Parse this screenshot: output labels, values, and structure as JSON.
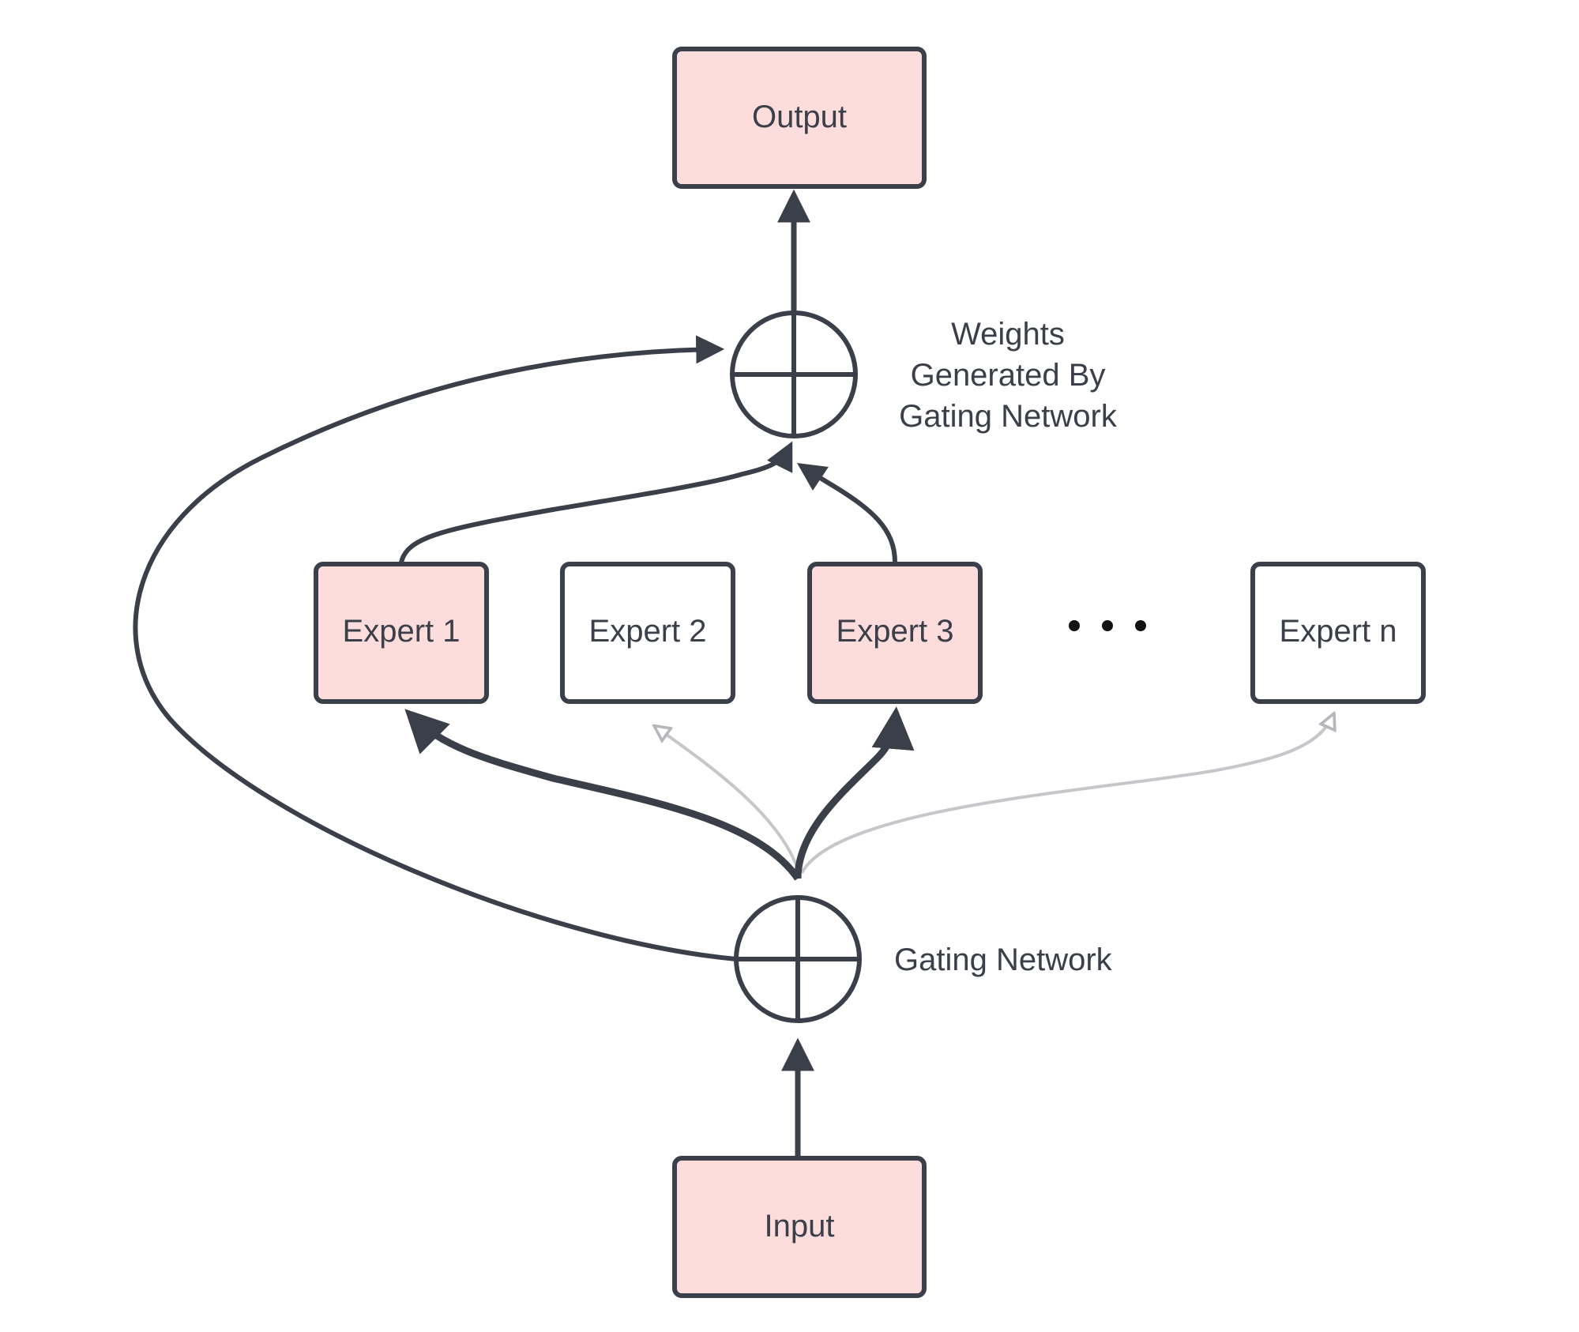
{
  "nodes": {
    "output": {
      "label": "Output",
      "active": true
    },
    "input": {
      "label": "Input",
      "active": true
    },
    "experts": [
      {
        "id": "expert-1",
        "label": "Expert 1",
        "active": true
      },
      {
        "id": "expert-2",
        "label": "Expert 2",
        "active": false
      },
      {
        "id": "expert-3",
        "label": "Expert 3",
        "active": true
      },
      {
        "id": "expert-n",
        "label": "Expert n",
        "active": false
      }
    ],
    "ellipsis": "• • •"
  },
  "labels": {
    "combiner_line1": "Weights",
    "combiner_line2": "Generated By",
    "combiner_line3": "Gating Network",
    "gating": "Gating Network"
  },
  "colors": {
    "active_fill": "#fddcdc",
    "inactive_fill": "#ffffff",
    "stroke": "#3a3f4a",
    "faded_edge": "#c6c7ca"
  }
}
